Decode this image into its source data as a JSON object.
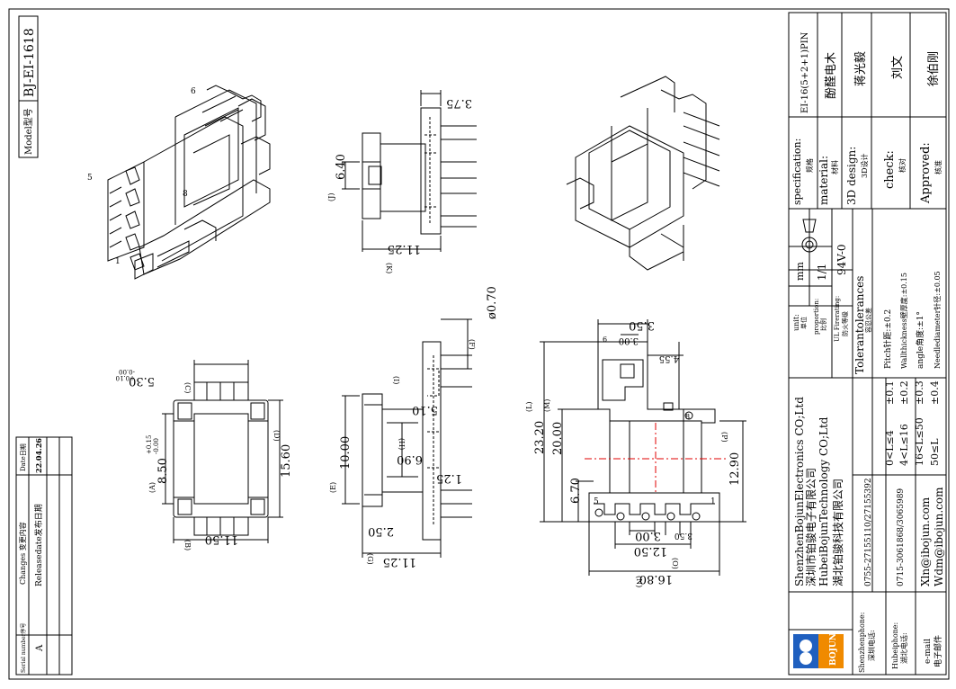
{
  "model_box": {
    "label": "Model型号",
    "value": "BJ-EI-1618"
  },
  "changes_table": {
    "headers": [
      "Serial number序号",
      "Changes 变更内容",
      "Date日期"
    ],
    "rows": [
      {
        "serial": "A",
        "change": "Releasedate发布日期",
        "date": "22.04.26"
      }
    ]
  },
  "iso_labels": {
    "pin1": "1",
    "pin5": "5",
    "pin6": "6",
    "pin8": "8"
  },
  "dims": {
    "d_375": "3.75",
    "d_640": "6.40",
    "d_1125_side": "11.25",
    "d_530": "5.30",
    "d_530_tol_up": "+0.10",
    "d_530_tol_dn": "-0.00",
    "d_850": "8.50",
    "d_850_tol_up": "+0.15",
    "d_850_tol_dn": "-0.00",
    "d_1560": "15.60",
    "d_1150": "11.50",
    "d_070": "ø0.70",
    "d_510": "5.10",
    "d_1000": "10.00",
    "d_690": "6.90",
    "d_125": "1.25",
    "d_250": "2.50",
    "d_1125_front": "11.25",
    "d_350": "3.50",
    "d_300": "3.00",
    "d_455": "4.55",
    "d_2320": "23.20",
    "d_2000": "20.00",
    "d_670": "6.70",
    "d_1290": "12.90",
    "d_300b": "3.00",
    "d_350b": "3.50",
    "d_1250": "12.50",
    "d_1680": "16.80"
  },
  "dim_letters": {
    "A": "(A)",
    "B": "(B)",
    "C": "(C)",
    "D": "(D)",
    "E": "(E)",
    "F": "(F)",
    "G": "(G)",
    "H": "(H)",
    "I": "(I)",
    "J": "(J)",
    "K": "(K)",
    "L": "(L)",
    "M": "(M)",
    "N": "(N)",
    "O": "(O)",
    "P": "(P)"
  },
  "pin_labels": {
    "p5": "5",
    "p1": "1",
    "p8": "8",
    "p6": "6"
  },
  "title_block": {
    "specification_label": "specification:",
    "specification_sub": "规格",
    "specification_value": "EI-16(5+2+1)PIN",
    "material_label": "material:",
    "material_sub": "材料",
    "material_value": "酚醛电木",
    "design_label": "3D design:",
    "design_sub": "3D设计",
    "design_value": "蒋光毅",
    "check_label": "check:",
    "check_sub": "核对",
    "check_value": "刘文",
    "approved_label": "Approved:",
    "approved_sub": "核准",
    "approved_value": "徐伯刚",
    "unit_label": "unit:",
    "unit_sub": "单位",
    "unit_value": "mm",
    "proportion_label": "proportion:",
    "proportion_sub": "比例",
    "proportion_value": "1/1",
    "fire_label": "UL Firerating:",
    "fire_sub": "防火等级",
    "fire_value": "94V-0",
    "tol_title": "Tolerantolerances",
    "tol_sub": "容忍公差",
    "tol_rows": [
      {
        "range": "0<L≤4",
        "value": "±0.1"
      },
      {
        "range": "4<L≤16",
        "value": "±0.2"
      },
      {
        "range": "16<L≤50",
        "value": "±0.3"
      },
      {
        "range": "50≤L",
        "value": "±0.4"
      }
    ],
    "tol_notes": [
      "Pitch针距:±0.2",
      "Wallthickness壁厚度:±0.15",
      "angle角度:±1°",
      "Needlediameter针径:±0.05"
    ],
    "company_lines": [
      "ShenzhenBojunElectronics CO;Ltd",
      "深圳市铂骏电子有限公司",
      "HubeiBojunTechnology CO;Ltd",
      "湖北铂骏科技有限公司"
    ],
    "logo_text": "BOJUN",
    "sz_phone_label": "Shenzhenphone:",
    "sz_phone_sub": "深圳电话:",
    "sz_phone": "0755-27155110/27155392",
    "hb_phone_label": "Hubeiphone:",
    "hb_phone_sub": "湖北电话:",
    "hb_phone": "0715-3061868/3065989",
    "email_label": "e-mail",
    "email_sub": "电子邮件",
    "emails": [
      "Xln@ibojun.com",
      "Wdm@ibojun.com"
    ]
  },
  "colors": {
    "line": "#000000",
    "center_line": "#e00000",
    "logo_blue": "#1f5fbf",
    "logo_orange": "#f08a00"
  }
}
